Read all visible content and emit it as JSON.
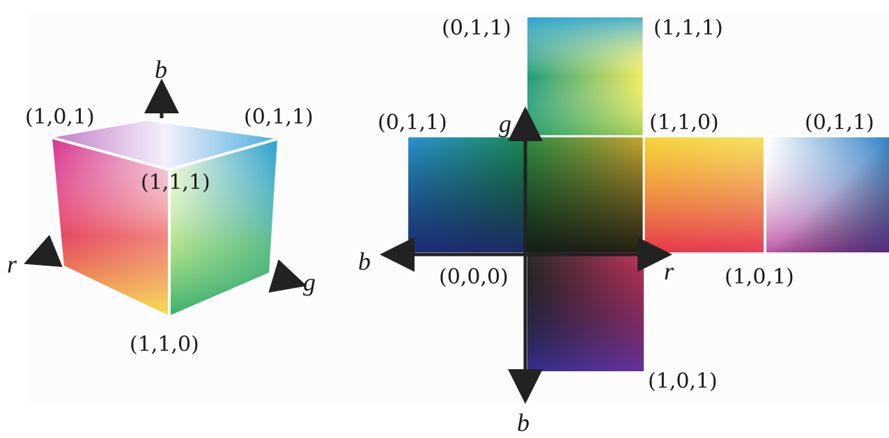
{
  "cube": {
    "axes": {
      "b": "b",
      "r": "r",
      "g": "g"
    },
    "vertices": {
      "back_left": "(1,0,1)",
      "back_right": "(0,1,1)",
      "front_top": "(1,1,1)",
      "front_bottom": "(1,1,0)"
    }
  },
  "net": {
    "axes": {
      "g": "g",
      "b_left": "b",
      "r": "r",
      "b_bottom": "b"
    },
    "vertices": {
      "top_face_top_left": "(0,1,1)",
      "top_face_top_right": "(1,1,1)",
      "left_face_top_left": "(0,1,1)",
      "center_top_right": "(1,1,0)",
      "far_right_top_right": "(0,1,1)",
      "origin": "(0,0,0)",
      "right_bottom": "(1,0,1)",
      "bottom_face_bottom_right": "(1,0,1)"
    }
  },
  "colors": {
    "background": "#ffffff",
    "axis": "#222222",
    "black": "#000000",
    "white": "#ffffff",
    "red": "#e5243b",
    "green": "#1aa35a",
    "blue": "#2a3aa0",
    "yellow": "#f6ef3a",
    "cyan": "#27a6d8",
    "magenta": "#d8318c"
  }
}
